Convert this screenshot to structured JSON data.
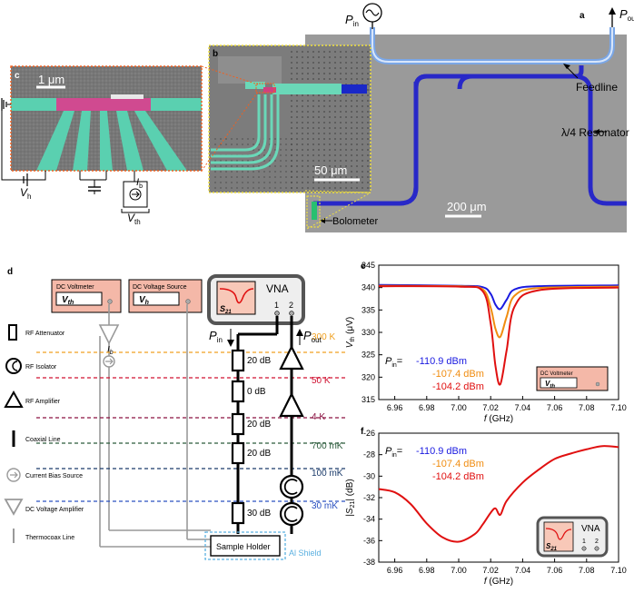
{
  "panel_labels": {
    "a": "a",
    "b": "b",
    "c": "c",
    "d": "d",
    "e": "e",
    "f": "f"
  },
  "panel_a": {
    "p_in": "P",
    "p_in_sub": "in",
    "p_out": "P",
    "p_out_sub": "out",
    "feedline": "Feedline",
    "resonator": "λ/4 Resonator",
    "scale": "200 μm",
    "bolometer": "Bolometer"
  },
  "panel_b": {
    "scale": "50 μm"
  },
  "panel_c": {
    "scale": "1 μm",
    "vh": "V",
    "vh_sub": "h",
    "ib": "I",
    "ib_sub": "b",
    "vth": "V",
    "vth_sub": "th"
  },
  "panel_d": {
    "dc_voltmeter": "DC Voltmeter",
    "vth": "V",
    "vth_sub": "th",
    "dc_source": "DC Voltage Source",
    "vh": "V",
    "vh_sub": "h",
    "vna": "VNA",
    "s21": "S",
    "s21_sub": "21",
    "port1": "1",
    "port2": "2",
    "pin": "P",
    "pin_sub": "in",
    "pout": "P",
    "pout_sub": "out",
    "ib": "I",
    "ib_sub": "b",
    "attenuators": [
      "20 dB",
      "0 dB",
      "20 dB",
      "20 dB",
      "30 dB"
    ],
    "stages": [
      {
        "label": "300 K",
        "color": "#f0a020"
      },
      {
        "label": "50 K",
        "color": "#d01030"
      },
      {
        "label": "4 K",
        "color": "#8a1040"
      },
      {
        "label": "700 mK",
        "color": "#2a5a3a"
      },
      {
        "label": "100 mK",
        "color": "#1a3a6a"
      },
      {
        "label": "30 mK",
        "color": "#2a50c0"
      }
    ],
    "sample_holder": "Sample Holder",
    "al_shield": "Al Shield",
    "legend": [
      "RF Attenuator",
      "RF Isolator",
      "RF Amplifier",
      "Coaxial Line",
      "Current Bias Source",
      "DC Voltage Amplifier",
      "Thermocoax Line"
    ]
  },
  "chart_data": [
    {
      "panel": "e",
      "type": "line",
      "xlabel": "f (GHz)",
      "ylabel": "V_th (μV)",
      "xlim": [
        6.95,
        7.1
      ],
      "ylim": [
        315,
        345
      ],
      "xticks": [
        "6.96",
        "6.98",
        "7.00",
        "7.02",
        "7.04",
        "7.06",
        "7.08",
        "7.10"
      ],
      "yticks": [
        "315",
        "320",
        "325",
        "330",
        "335",
        "340",
        "345"
      ],
      "legend_prefix": "P_in=",
      "series": [
        {
          "name": "-110.9 dBm",
          "color": "#1a1ae0",
          "x": [
            6.95,
            7.0,
            7.015,
            7.02,
            7.023,
            7.026,
            7.03,
            7.035,
            7.05,
            7.1
          ],
          "y": [
            340.6,
            340.4,
            340.1,
            338.6,
            336.2,
            335.2,
            337.3,
            339.6,
            340.3,
            340.5
          ]
        },
        {
          "name": "-107.4 dBm",
          "color": "#f08c10",
          "x": [
            6.95,
            7.0,
            7.015,
            7.02,
            7.023,
            7.026,
            7.03,
            7.035,
            7.05,
            7.1
          ],
          "y": [
            340.4,
            340.3,
            339.6,
            335.5,
            330.8,
            329.0,
            333.5,
            338.2,
            339.9,
            340.2
          ]
        },
        {
          "name": "-104.2 dBm",
          "color": "#e01010",
          "x": [
            6.95,
            7.0,
            7.015,
            7.02,
            7.023,
            7.026,
            7.03,
            7.035,
            7.05,
            7.1
          ],
          "y": [
            340.3,
            340.2,
            339.2,
            332.0,
            322.5,
            318.4,
            326.0,
            335.8,
            339.4,
            340.0
          ]
        }
      ],
      "inset": {
        "label": "DC Voltmeter",
        "value": "V",
        "value_sub": "th"
      }
    },
    {
      "panel": "f",
      "type": "line",
      "xlabel": "f (GHz)",
      "ylabel": "|S21| (dB)",
      "xlim": [
        6.95,
        7.1
      ],
      "ylim": [
        -38,
        -26
      ],
      "xticks": [
        "6.96",
        "6.98",
        "7.00",
        "7.02",
        "7.04",
        "7.06",
        "7.08",
        "7.10"
      ],
      "yticks": [
        "-38",
        "-36",
        "-34",
        "-32",
        "-30",
        "-28",
        "-26"
      ],
      "legend_prefix": "P_in=",
      "series": [
        {
          "name": "-110.9 dBm",
          "color": "#1a1ae0"
        },
        {
          "name": "-107.4 dBm",
          "color": "#f08c10"
        },
        {
          "name": "-104.2 dBm",
          "color": "#e01010",
          "x": [
            6.95,
            6.96,
            6.97,
            6.98,
            6.99,
            7.0,
            7.01,
            7.015,
            7.02,
            7.023,
            7.026,
            7.03,
            7.04,
            7.05,
            7.06,
            7.07,
            7.08,
            7.09,
            7.1
          ],
          "y": [
            -31.2,
            -31.5,
            -32.6,
            -34.4,
            -35.7,
            -36.1,
            -35.4,
            -34.5,
            -33.4,
            -33.0,
            -33.6,
            -32.3,
            -30.6,
            -29.4,
            -28.4,
            -27.9,
            -27.5,
            -27.2,
            -27.3
          ]
        }
      ],
      "inset": {
        "label": "VNA",
        "port1": "1",
        "port2": "2",
        "s": "S",
        "s_sub": "21"
      }
    }
  ]
}
